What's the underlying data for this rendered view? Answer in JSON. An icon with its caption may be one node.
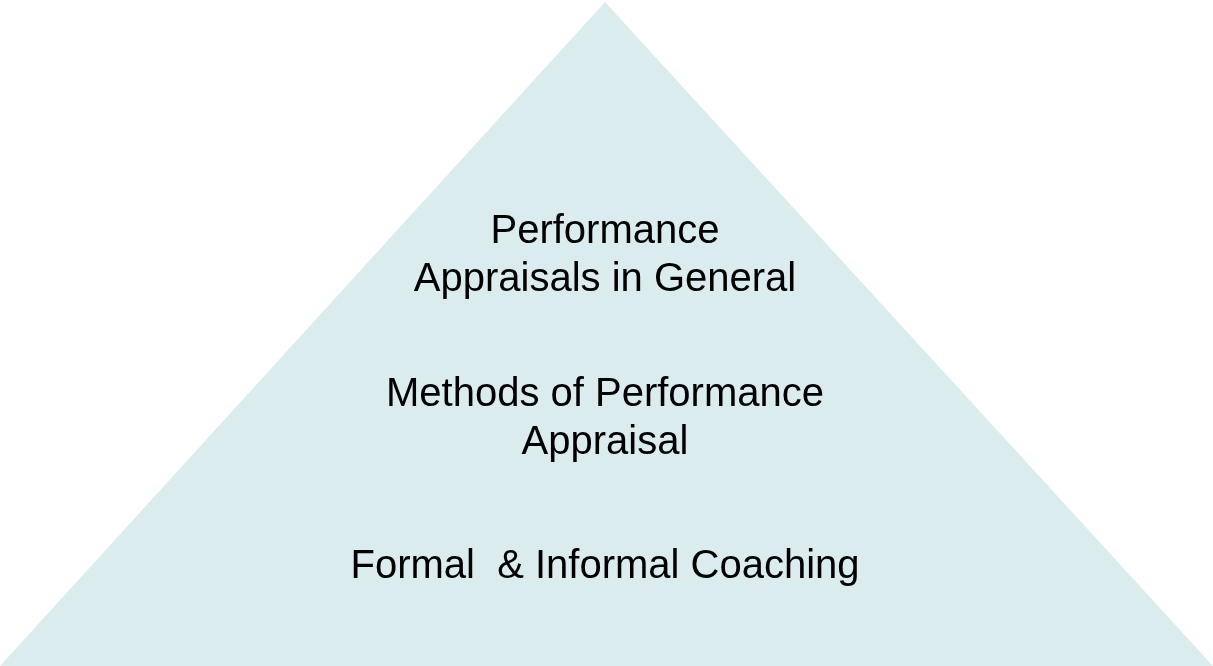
{
  "diagram": {
    "nodes": [
      {
        "text": [
          "Performance Appraisals in General",
          "Methods of Performance Appraisal",
          "Formal  & Informal Coaching"
        ]
      }
    ]
  }
}
